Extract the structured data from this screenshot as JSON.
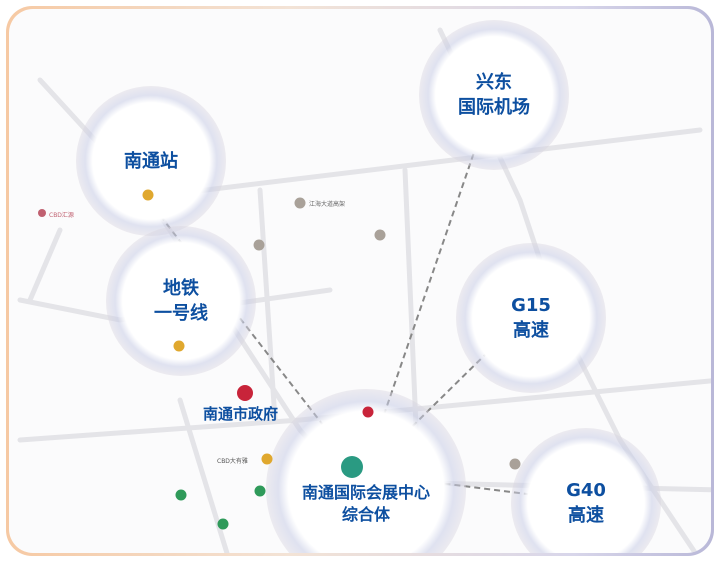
{
  "hubs": {
    "station": "南通站",
    "airport_1": "兴东",
    "airport_2": "国际机场",
    "metro_1": "地铁",
    "metro_2": "一号线",
    "g15_1": "G15",
    "g15_2": "高速",
    "g40_1": "G40",
    "g40_2": "高速",
    "center_1": "南通国际会展中心",
    "center_2": "综合体"
  },
  "landmarks": {
    "government": "南通市政府",
    "viaduct": "江海大道高架",
    "cbd": "CBD大有雅",
    "cbd_west": "CBD汇源"
  },
  "colors": {
    "accent": "#0d4fa0",
    "gold": "#e0a82e",
    "green": "#2f9a5a",
    "red": "#c8243a"
  }
}
